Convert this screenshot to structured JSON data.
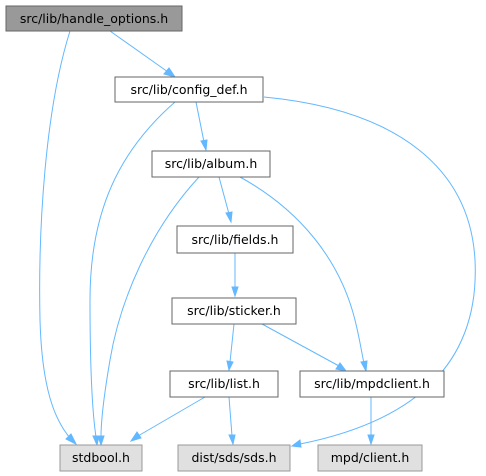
{
  "nodes": {
    "handle_options": {
      "label": "src/lib/handle_options.h",
      "kind": "focus"
    },
    "config_def": {
      "label": "src/lib/config_def.h",
      "kind": "normal"
    },
    "album": {
      "label": "src/lib/album.h",
      "kind": "normal"
    },
    "fields": {
      "label": "src/lib/fields.h",
      "kind": "normal"
    },
    "sticker": {
      "label": "src/lib/sticker.h",
      "kind": "normal"
    },
    "list": {
      "label": "src/lib/list.h",
      "kind": "normal"
    },
    "mpdclient": {
      "label": "src/lib/mpdclient.h",
      "kind": "normal"
    },
    "stdbool": {
      "label": "stdbool.h",
      "kind": "leaf"
    },
    "sds": {
      "label": "dist/sds/sds.h",
      "kind": "leaf"
    },
    "mpd_client": {
      "label": "mpd/client.h",
      "kind": "leaf"
    }
  },
  "edges": [
    {
      "from": "handle_options",
      "to": "config_def"
    },
    {
      "from": "handle_options",
      "to": "stdbool"
    },
    {
      "from": "config_def",
      "to": "album"
    },
    {
      "from": "config_def",
      "to": "stdbool"
    },
    {
      "from": "config_def",
      "to": "sds"
    },
    {
      "from": "album",
      "to": "fields"
    },
    {
      "from": "album",
      "to": "stdbool"
    },
    {
      "from": "album",
      "to": "mpdclient"
    },
    {
      "from": "fields",
      "to": "sticker"
    },
    {
      "from": "sticker",
      "to": "list"
    },
    {
      "from": "sticker",
      "to": "mpdclient"
    },
    {
      "from": "list",
      "to": "stdbool"
    },
    {
      "from": "list",
      "to": "sds"
    },
    {
      "from": "mpdclient",
      "to": "mpd_client"
    }
  ]
}
